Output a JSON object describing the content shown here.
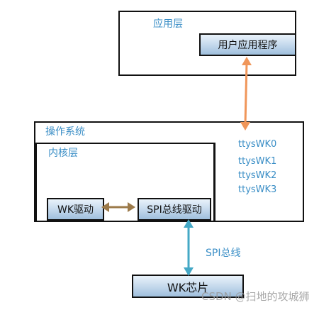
{
  "app_layer": {
    "label": "应用层",
    "user_app": "用户应用程序"
  },
  "os": {
    "label": "操作系统",
    "kernel": {
      "label": "内核层",
      "wk_driver": "WK驱动",
      "spi_driver": "SPI总线驱动"
    },
    "tty_devices": [
      "ttysWK0",
      "ttysWK1",
      "ttysWK2",
      "ttysWK3"
    ]
  },
  "spi_bus_label": "SPI总线",
  "chip": "WK芯片",
  "watermark": "CSDN @扫地的攻城狮",
  "colors": {
    "app_arrow": "#f0965a",
    "driver_arrow": "#9c7a4a",
    "spi_arrow": "#44a8c6",
    "label_text": "#3a8ec6"
  }
}
